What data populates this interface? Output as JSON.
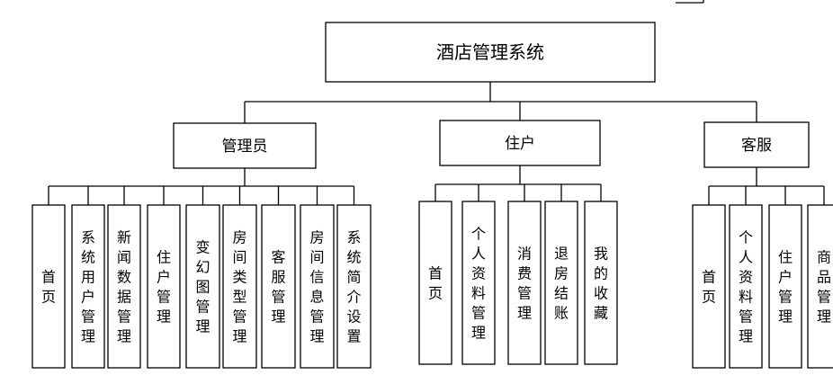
{
  "diagram": {
    "root": {
      "label": "酒店管理系统"
    },
    "groups": [
      {
        "label": "管理员",
        "children": [
          "首页",
          "系统用户管理",
          "新闻数据管理",
          "住户管理",
          "变幻图管理",
          "房间类型管理",
          "客服管理",
          "房间信息管理",
          "系统简介设置"
        ]
      },
      {
        "label": "住户",
        "children": [
          "首页",
          "个人资料管理",
          "消费管理",
          "退房结账",
          "我的收藏"
        ]
      },
      {
        "label": "客服",
        "children": [
          "首页",
          "个人资料管理",
          "住户管理",
          "商品管理"
        ]
      }
    ]
  }
}
